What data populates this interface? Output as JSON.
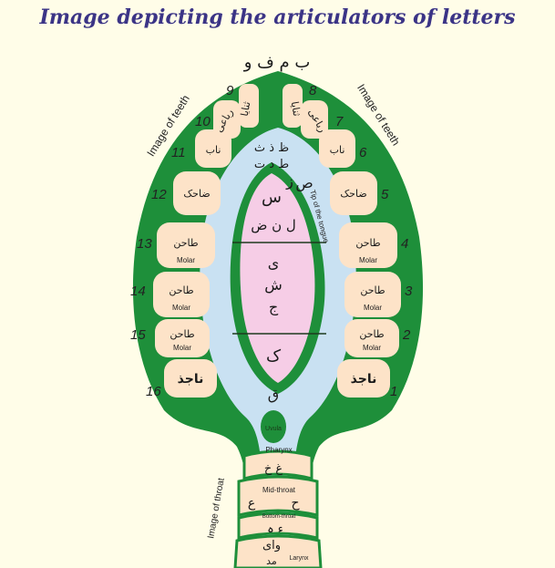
{
  "title": "Image depicting the articulators of letters",
  "top_letters": "ب م ف و",
  "teeth_label_left": "Image of teeth",
  "teeth_label_right": "Image of teeth",
  "throat_label": "Image of throat",
  "tongue_tip_label": "Tip of the tongue",
  "labels": {
    "molar": "Molar",
    "uvula": "Uvula",
    "pharynx": "Pharynx",
    "mid_throat": "Mid-throat",
    "bottom_throat": "Bottom-throat",
    "larynx": "Larynx"
  },
  "teeth": {
    "t9": "ثنایا",
    "t8": "ثنایا",
    "t10": "رباعی",
    "t7": "رباعی",
    "t11": "ناب",
    "t6": "ناب",
    "t12": "ضاحک",
    "t5": "ضاحک",
    "t13": "طاحن",
    "t4": "طاحن",
    "t14": "طاحن",
    "t3": "طاحن",
    "t15": "طاحن",
    "t2": "طاحن",
    "t16": "ناجذ",
    "t1": "ناجذ"
  },
  "numbers": {
    "n1": "1",
    "n2": "2",
    "n3": "3",
    "n4": "4",
    "n5": "5",
    "n6": "6",
    "n7": "7",
    "n8": "8",
    "n9": "9",
    "n10": "10",
    "n11": "11",
    "n12": "12",
    "n13": "13",
    "n14": "14",
    "n15": "15",
    "n16": "16"
  },
  "tongue_letters": {
    "tip_row1": "ظ ذ ث",
    "tip_row2": "ط د ت",
    "zay": "ز",
    "sad": "ص",
    "seen": "س",
    "lnd": "ل ن ض",
    "ya": "ی",
    "sheen": "ش",
    "jeem": "ج",
    "kaf": "ک",
    "qaf": "ق"
  },
  "throat_letters": {
    "upper": "غ خ",
    "mid_left": "ع",
    "mid_right": "ح",
    "bottom": "ء ہ",
    "larynx_row1": "وای",
    "larynx_row2": "مد"
  },
  "colors": {
    "gum": "#1e8f3a",
    "tooth": "#fde3c8",
    "mouth": "#c9e1f2",
    "tongue": "#f6cde6",
    "title": "#3b3486"
  }
}
